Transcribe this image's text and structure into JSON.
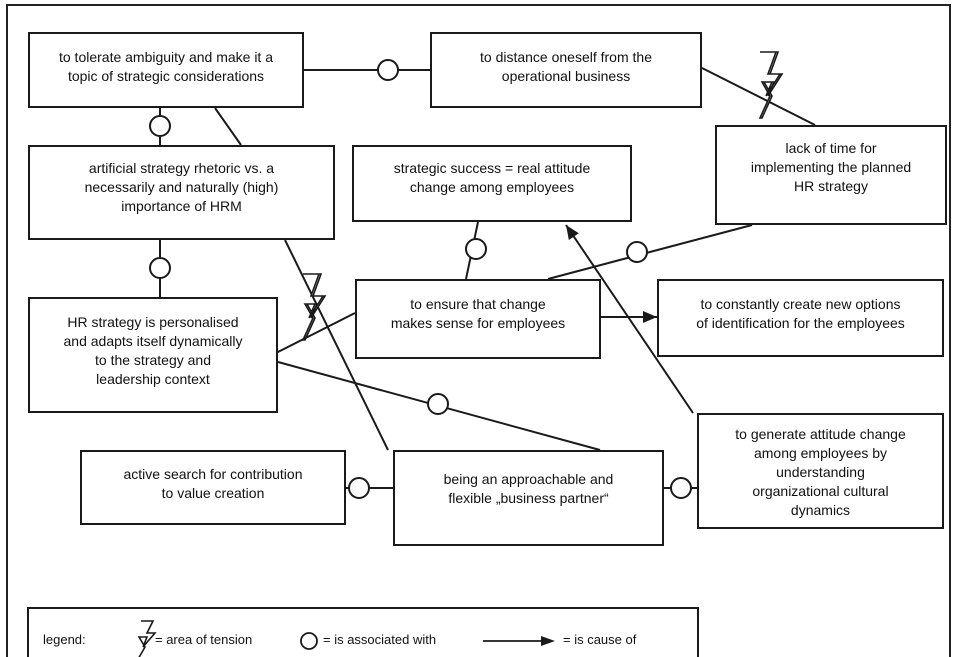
{
  "diagram": {
    "nodes": [
      {
        "id": "n1",
        "name": "node-tolerate-ambiguity",
        "text": "to tolerate ambiguity and make it a\ntopic of strategic considerations"
      },
      {
        "id": "n2",
        "name": "node-distance-operational",
        "text": "to distance oneself from the\noperational business"
      },
      {
        "id": "n3",
        "name": "node-lack-of-time",
        "text": "lack of time for\nimplementing the planned\nHR strategy"
      },
      {
        "id": "n4",
        "name": "node-strategy-rhetoric",
        "text": "artificial strategy rhetoric vs. a\nnecessarily and naturally (high)\nimportance of HRM"
      },
      {
        "id": "n5",
        "name": "node-strategic-success",
        "text": "strategic success = real attitude\nchange among employees"
      },
      {
        "id": "n6",
        "name": "node-ensure-change",
        "text": "to ensure that change\nmakes sense for employees"
      },
      {
        "id": "n7",
        "name": "node-new-options",
        "text": "to constantly create new options\nof identification for the employees"
      },
      {
        "id": "n8",
        "name": "node-hr-personalised",
        "text": "HR strategy is personalised\nand adapts itself dynamically\nto the strategy and\nleadership context"
      },
      {
        "id": "n9",
        "name": "node-generate-attitude",
        "text": "to generate attitude change\namong employees by\nunderstanding\norganizational cultural\ndynamics"
      },
      {
        "id": "n10",
        "name": "node-active-search",
        "text": "active search for contribution\nto value creation"
      },
      {
        "id": "n11",
        "name": "node-business-partner",
        "text": "being an approachable and\nflexible „business partner“"
      }
    ],
    "relations": [
      {
        "name": "link-n1-n2",
        "type": "associated",
        "from": "n1",
        "to": "n2"
      },
      {
        "name": "link-n1-n4",
        "type": "associated",
        "from": "n1",
        "to": "n4"
      },
      {
        "name": "link-n4-n8",
        "type": "associated",
        "from": "n4",
        "to": "n8"
      },
      {
        "name": "link-n6-n5",
        "type": "associated",
        "from": "n6",
        "to": "n5"
      },
      {
        "name": "link-n6-n3",
        "type": "associated",
        "from": "n6",
        "to": "n3"
      },
      {
        "name": "link-n8-n11",
        "type": "associated",
        "from": "n8",
        "to": "n11"
      },
      {
        "name": "link-n10-n11",
        "type": "associated",
        "from": "n10",
        "to": "n11"
      },
      {
        "name": "link-n11-n9",
        "type": "associated",
        "from": "n11",
        "to": "n9"
      },
      {
        "name": "link-n2-n3",
        "type": "tension",
        "from": "n2",
        "to": "n3"
      },
      {
        "name": "link-n4-n11",
        "type": "tension",
        "from": "n4",
        "to": "n11"
      },
      {
        "name": "link-n1-n4-line",
        "type": "plain",
        "from": "n1",
        "to": "n4"
      },
      {
        "name": "link-n8-n6",
        "type": "plain",
        "from": "n8",
        "to": "n6"
      },
      {
        "name": "link-n6-n7",
        "type": "cause",
        "from": "n6",
        "to": "n7"
      },
      {
        "name": "link-n9-n5",
        "type": "cause",
        "from": "n9",
        "to": "n5"
      }
    ]
  },
  "legend": {
    "label": "legend:",
    "tension": "= area of tension",
    "associated": "= is associated with",
    "cause": "= is cause of"
  },
  "colors": {
    "line": "#1a1a1a",
    "background": "#ffffff"
  }
}
